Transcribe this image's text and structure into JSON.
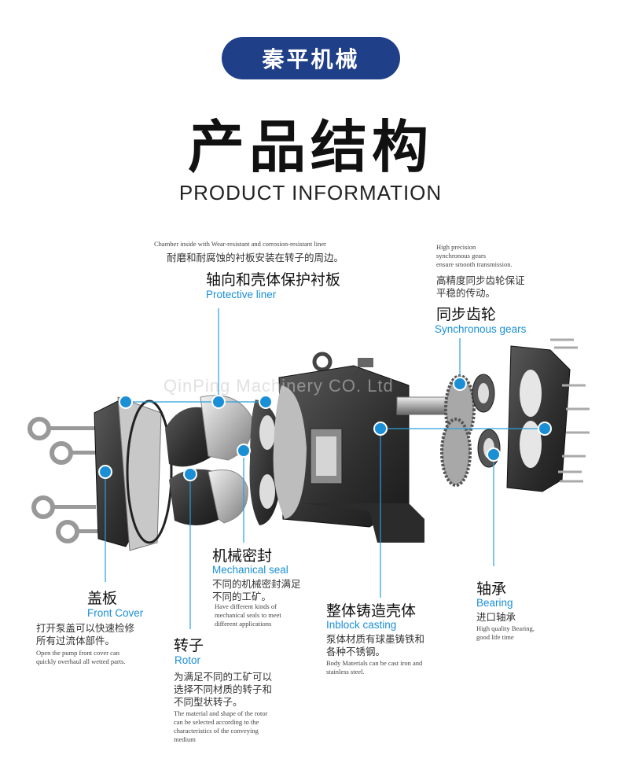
{
  "brand": "秦平机械",
  "title_cn": "产品结构",
  "title_en": "PRODUCT INFORMATION",
  "watermark": "QinPing Machinery CO. Ltd",
  "accent_color": "#1a8fd6",
  "badge_color": "#1f3f88",
  "labels": {
    "liner": {
      "en_note": "Chamber inside with Wear-resistant and corrosion-resistant liner",
      "cn_note": "耐磨和耐腐蚀的衬板安装在转子的周边。",
      "cn_title": "轴向和壳体保护衬板",
      "en_title": "Protective liner"
    },
    "gears": {
      "en_note_1": "High precision",
      "en_note_2": "synchronous gears",
      "en_note_3": "ensure smooth transmission.",
      "cn_note_1": "高精度同步齿轮保证",
      "cn_note_2": "平稳的传动。",
      "cn_title": "同步齿轮",
      "en_title": "Synchronous gears"
    },
    "seal": {
      "cn_title": "机械密封",
      "en_title": "Mechanical seal",
      "cn_note_1": "不同的机械密封满足",
      "cn_note_2": "不同的工矿。",
      "en_note_1": "Have different kinds of",
      "en_note_2": "mechanical seals to meet",
      "en_note_3": "different applications"
    },
    "cover": {
      "cn_title": "盖板",
      "en_title": "Front Cover",
      "cn_note_1": "打开泵盖可以快速检修",
      "cn_note_2": "所有过流体部件。",
      "en_note_1": "Open the pump front cover can",
      "en_note_2": "quickly overhaul all wetted parts."
    },
    "rotor": {
      "cn_title": "转子",
      "en_title": "Rotor",
      "cn_note_1": "为满足不同的工矿可以",
      "cn_note_2": "选择不同材质的转子和",
      "cn_note_3": "不同型状转子。",
      "en_note_1": "The material and shape of the rotor",
      "en_note_2": "can be selected according to the",
      "en_note_3": "characteristics of the conveying",
      "en_note_4": "medium"
    },
    "casting": {
      "cn_title": "整体铸造壳体",
      "en_title": "Inblock casting",
      "cn_note_1": "泵体材质有球墨铸铁和",
      "cn_note_2": "各种不锈钢。",
      "en_note_1": "Body Materials can be cast iron and",
      "en_note_2": "stainless steel."
    },
    "bearing": {
      "cn_title": "轴承",
      "en_title": "Bearing",
      "cn_note": "进口轴承",
      "en_note_1": "High quality Bearing,",
      "en_note_2": "good life time"
    }
  }
}
